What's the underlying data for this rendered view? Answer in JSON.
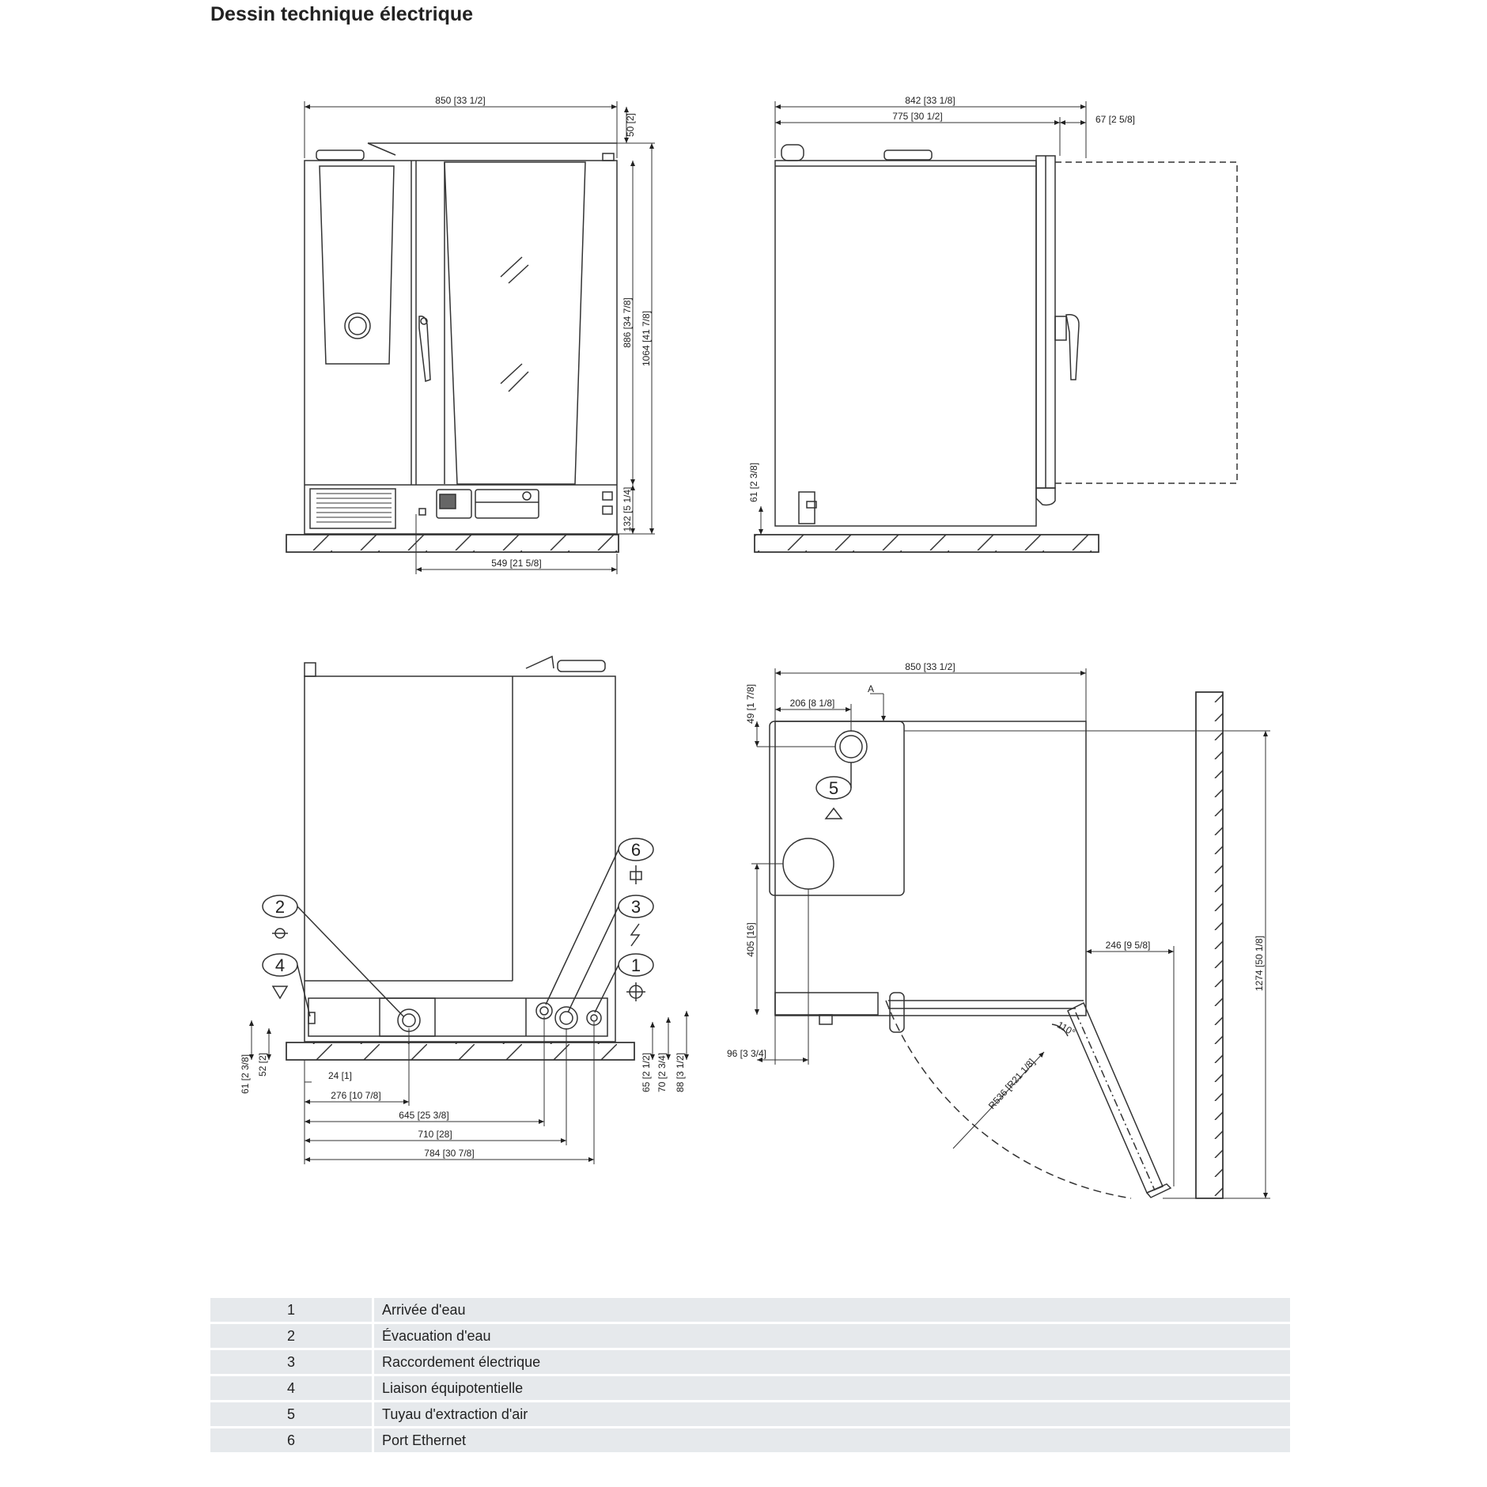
{
  "title": "Dessin technique électrique",
  "front_view": {
    "width": "850 [33 1/2]",
    "top_gap": "50 [2]",
    "height_886": "886 [34 7/8]",
    "height_1064": "1064 [41 7/8]",
    "base_132": "132 [5 1/4]",
    "bottom_549": "549 [21 5/8]"
  },
  "side_view": {
    "depth_842": "842 [33 1/8]",
    "depth_775": "775 [30 1/2]",
    "handle_67": "67 [2 5/8]",
    "feet_61": "61 [2 3/8]"
  },
  "rear_view": {
    "d_61": "61 [2 3/8]",
    "d_52": "52 [2]",
    "d_24": "24 [1]",
    "d_276": "276 [10 7/8]",
    "d_645": "645 [25 3/8]",
    "d_710": "710 [28]",
    "d_784": "784 [30 7/8]",
    "d_65": "65 [2 1/2]",
    "d_70": "70 [2 3/4]",
    "d_88": "88 [3 1/2]",
    "callouts": [
      "2",
      "4",
      "6",
      "3",
      "1"
    ]
  },
  "top_view": {
    "width": "850 [33 1/2]",
    "d_206": "206 [8 1/8]",
    "d_49": "49 [1 7/8]",
    "marker_a": "A",
    "callout_5": "5",
    "d_405": "405 [16]",
    "d_96": "96 [3 3/4]",
    "d_246": "246 [9 5/8]",
    "d_1274": "1274 [50 1/8]",
    "radius": "R536 [R21 1/8]",
    "angle": "110°"
  },
  "legend": [
    {
      "num": "1",
      "label": "Arrivée d'eau"
    },
    {
      "num": "2",
      "label": "Évacuation d'eau"
    },
    {
      "num": "3",
      "label": "Raccordement électrique"
    },
    {
      "num": "4",
      "label": "Liaison équipotentielle"
    },
    {
      "num": "5",
      "label": "Tuyau d'extraction d'air"
    },
    {
      "num": "6",
      "label": "Port Ethernet"
    }
  ]
}
